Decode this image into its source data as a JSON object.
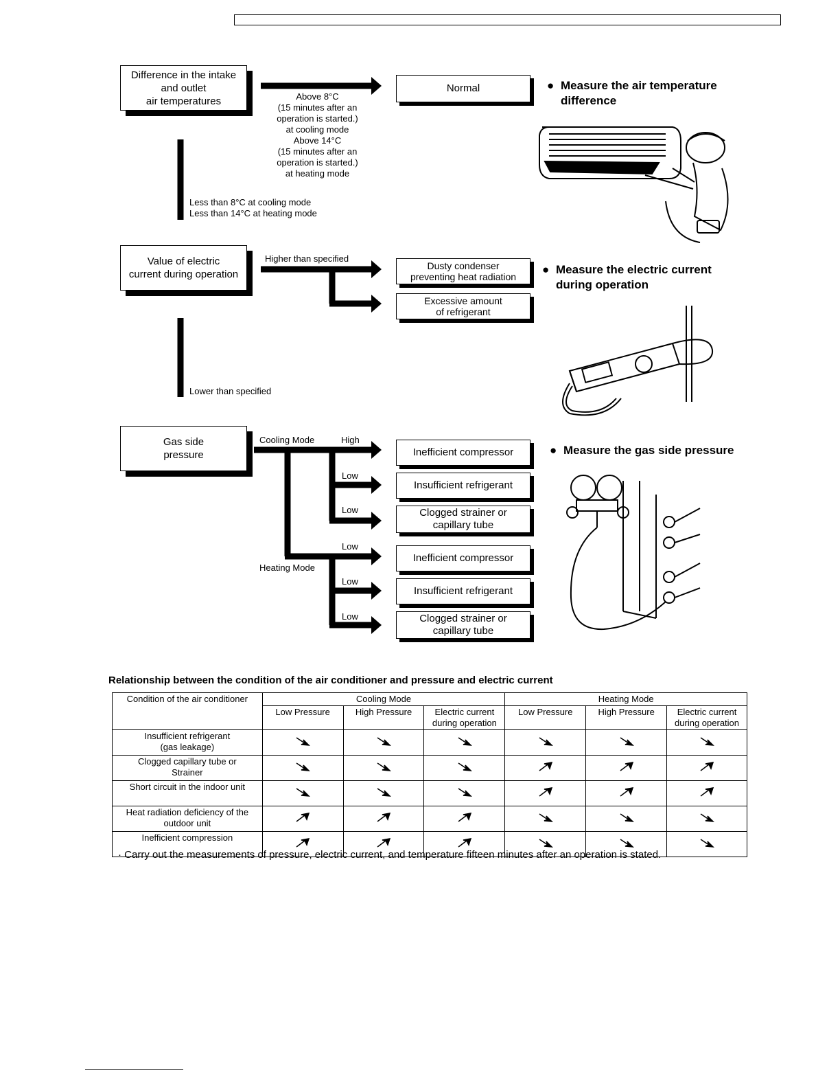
{
  "flow1": {
    "start_line1": "Difference in the intake",
    "start_line2": "and outlet",
    "start_line3": "air temperatures",
    "result": "Normal",
    "cond_lines": [
      "Above 8°C",
      "(15 minutes after an",
      "operation is started.)",
      "at cooling mode",
      "Above 14°C",
      "(15 minutes after an",
      "operation is started.)",
      "at heating mode"
    ],
    "less1": "Less than 8°C at cooling mode",
    "less2": "Less than 14°C at heating mode",
    "measure1": "Measure the air temperature",
    "measure2": "difference"
  },
  "flow2": {
    "start_line1": "Value of electric",
    "start_line2": "current during operation",
    "higher": "Higher than specified",
    "result1_line1": "Dusty condenser",
    "result1_line2": "preventing heat radiation",
    "result2_line1": "Excessive amount",
    "result2_line2": "of refrigerant",
    "lower": "Lower than specified",
    "measure1": "Measure the electric current",
    "measure2": "during operation"
  },
  "flow3": {
    "start_line1": "Gas side",
    "start_line2": "pressure",
    "cooling_mode": "Cooling Mode",
    "heating_mode": "Heating Mode",
    "high": "High",
    "low": "Low",
    "results": [
      {
        "l1": "Inefficient compressor",
        "l2": ""
      },
      {
        "l1": "Insufficient refrigerant",
        "l2": ""
      },
      {
        "l1": "Clogged strainer or",
        "l2": "capillary tube"
      },
      {
        "l1": "Inefficient compressor",
        "l2": ""
      },
      {
        "l1": "Insufficient refrigerant",
        "l2": ""
      },
      {
        "l1": "Clogged strainer or",
        "l2": "capillary tube"
      }
    ],
    "measure": "Measure the gas side pressure"
  },
  "table": {
    "title": "Relationship between the condition of the air conditioner and pressure and electric current",
    "header_condition": "Condition of the air conditioner",
    "cooling_mode": "Cooling Mode",
    "heating_mode": "Heating Mode",
    "sub_low": "Low Pressure",
    "sub_high": "High Pressure",
    "sub_current_l1": "Electric current",
    "sub_current_l2": "during operation",
    "rows": [
      {
        "l1": "Insufficient refrigerant",
        "l2": "(gas leakage)",
        "dirs": [
          "down",
          "down",
          "down",
          "down",
          "down",
          "down"
        ]
      },
      {
        "l1": "Clogged capillary tube or",
        "l2": "Strainer",
        "dirs": [
          "down",
          "down",
          "down",
          "up",
          "up",
          "up"
        ]
      },
      {
        "l1": "Short circuit in the indoor unit",
        "l2": "",
        "dirs": [
          "down",
          "down",
          "down",
          "up",
          "up",
          "up"
        ]
      },
      {
        "l1": "Heat radiation deficiency of the",
        "l2": "outdoor unit",
        "dirs": [
          "up",
          "up",
          "up",
          "down",
          "down",
          "down"
        ]
      },
      {
        "l1": "Inefficient compression",
        "l2": "",
        "dirs": [
          "up",
          "up",
          "up",
          "down",
          "down",
          "down"
        ]
      }
    ]
  },
  "note": "· Carry out the measurements of pressure, electric current, and temperature fifteen minutes after an operation is stated.",
  "icons": {
    "arrow_down": "arrow-down-right-icon",
    "arrow_up": "arrow-up-right-icon"
  }
}
